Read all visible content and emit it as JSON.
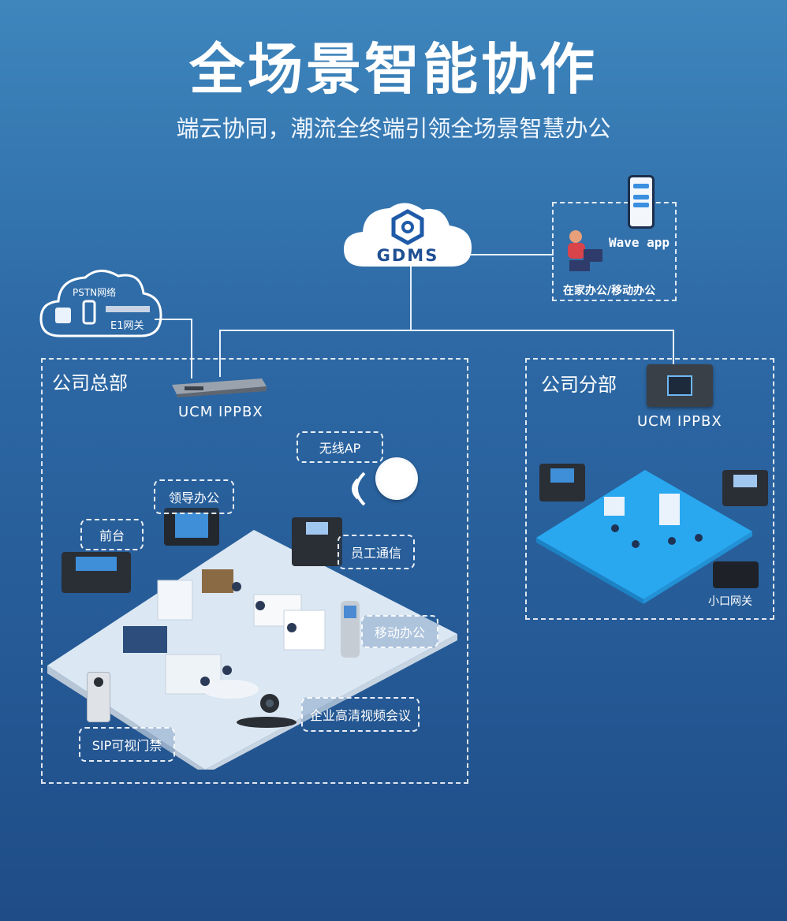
{
  "title": "全场景智能协作",
  "subtitle": "端云协同，潮流全终端引领全场景智慧办公",
  "cloud": {
    "name": "GDMS"
  },
  "pstn": {
    "network": "PSTN网络",
    "gateway": "E1网关"
  },
  "remote": {
    "app": "Wave app",
    "caption": "在家办公/移动办公"
  },
  "hq": {
    "label": "公司总部",
    "pbx": "UCM IPPBX",
    "tags": {
      "ap": "无线AP",
      "leader": "领导办公",
      "reception": "前台",
      "staff": "员工通信",
      "mobile": "移动办公",
      "video": "企业高清视频会议",
      "door": "SIP可视门禁"
    }
  },
  "branch": {
    "label": "公司分部",
    "pbx": "UCM IPPBX",
    "gateway": "小口网关"
  },
  "colors": {
    "floor": "#dbe7f3",
    "accent": "#29a8f0",
    "line": "#e6f0fb"
  }
}
